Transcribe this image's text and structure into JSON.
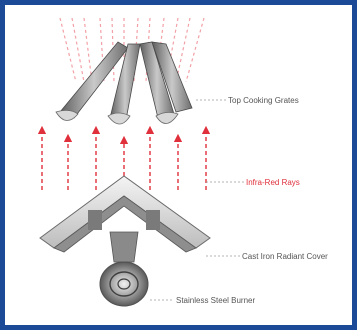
{
  "labels": {
    "grates": "Top Cooking Grates",
    "rays": "Infra-Red Rays",
    "cover": "Cast Iron Radiant Cover",
    "burner": "Stainless Steel Burner"
  },
  "colors": {
    "frame": "#1c4a96",
    "ray": "#e0303c",
    "label_text": "#555555",
    "metal_dark": "#6a6a6a",
    "metal_light": "#d8d8d8"
  }
}
